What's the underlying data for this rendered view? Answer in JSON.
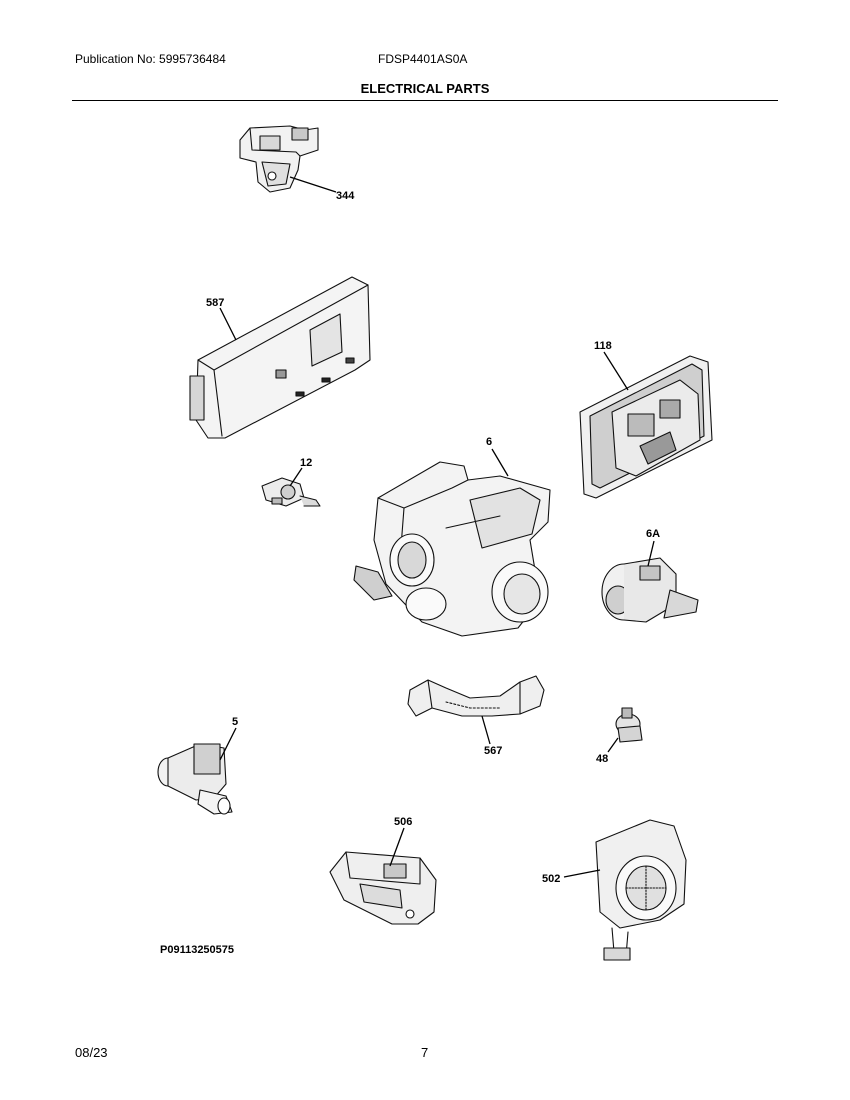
{
  "header": {
    "publication": "Publication No: 5995736484",
    "model": "FDSP4401AS0A",
    "title": "ELECTRICAL PARTS"
  },
  "parts": [
    {
      "number": "344"
    },
    {
      "number": "587"
    },
    {
      "number": "118"
    },
    {
      "number": "12"
    },
    {
      "number": "6"
    },
    {
      "number": "6A"
    },
    {
      "number": "567"
    },
    {
      "number": "48"
    },
    {
      "number": "5"
    },
    {
      "number": "506"
    },
    {
      "number": "502"
    }
  ],
  "diagram_code": "P09113250575",
  "footer": {
    "date": "08/23",
    "page": "7"
  }
}
